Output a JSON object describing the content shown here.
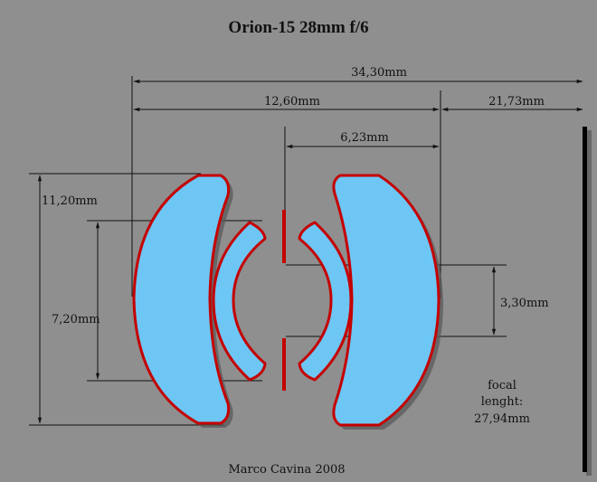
{
  "title": "Orion-15  28mm f/6",
  "dimensions": {
    "total_length": "34,30mm",
    "lens_length": "12,60mm",
    "back_focus": "21,73mm",
    "stop_to_rear": "6,23mm",
    "outer_diameter": "11,20mm",
    "inner_diameter": "7,20mm",
    "aperture": "3,30mm"
  },
  "focal": {
    "line1": "focal",
    "line2": "lenght:",
    "line3": "27,94mm"
  },
  "credit": "Marco Cavina 2008",
  "colors": {
    "background": "#8f8f8f",
    "glass": "#6ec6f5",
    "outline": "#c40000",
    "ink": "#111111"
  }
}
